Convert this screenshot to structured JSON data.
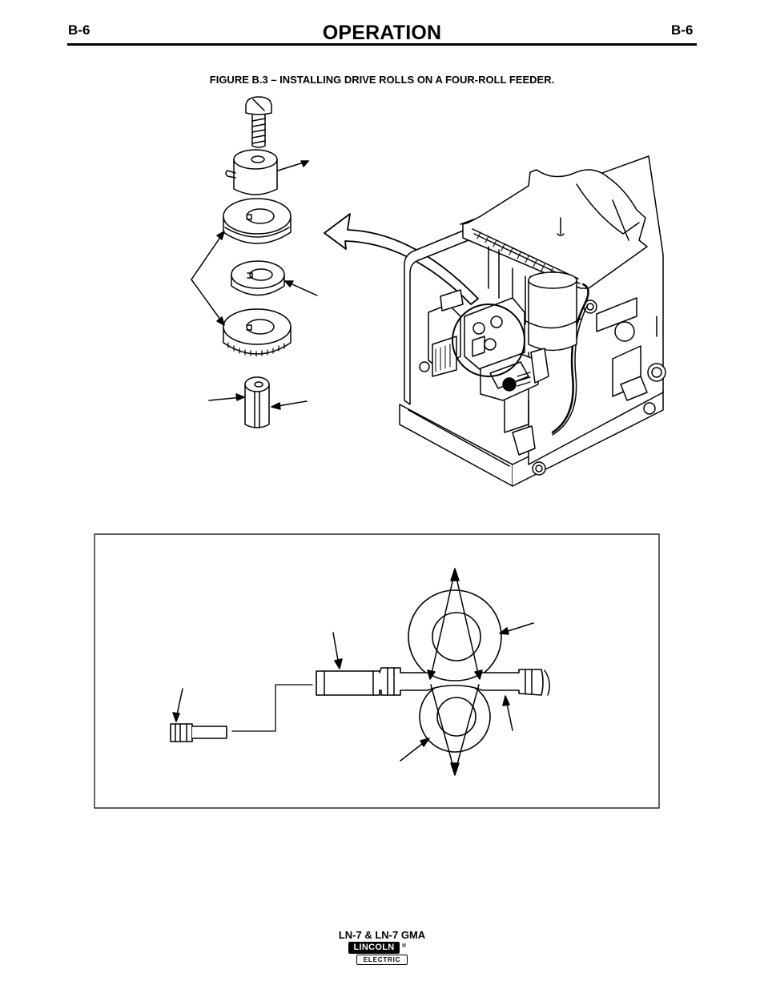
{
  "header": {
    "page_code_left": "B-6",
    "section_title": "OPERATION",
    "page_code_right": "B-6"
  },
  "figure": {
    "caption": "FIGURE B.3 – INSTALLING DRIVE ROLLS ON A FOUR-ROLL FEEDER."
  },
  "footer": {
    "model": "LN-7 & LN-7 GMA",
    "logo_top": "LINCOLN",
    "logo_registered": "®",
    "logo_bottom": "ELECTRIC"
  }
}
